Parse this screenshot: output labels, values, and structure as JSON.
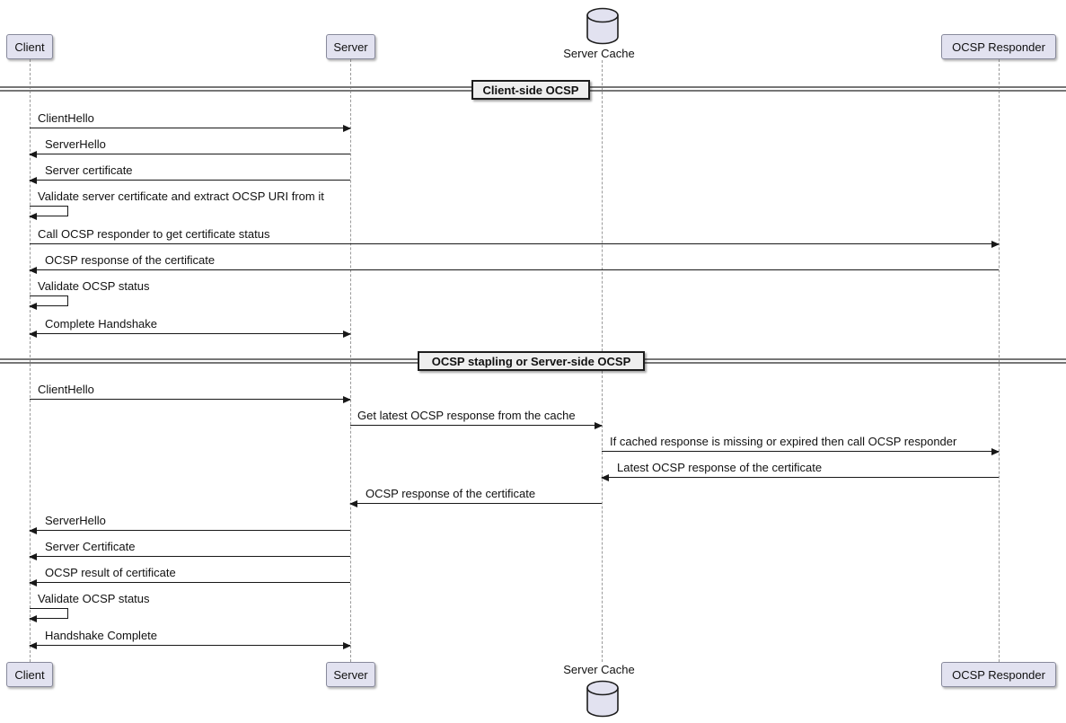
{
  "diagram_type": "uml-sequence-diagram",
  "participants": [
    {
      "id": "client",
      "label": "Client",
      "kind": "participant"
    },
    {
      "id": "server",
      "label": "Server",
      "kind": "participant"
    },
    {
      "id": "server_cache",
      "label": "Server Cache",
      "kind": "database"
    },
    {
      "id": "ocsp_responder",
      "label": "OCSP Responder",
      "kind": "participant"
    }
  ],
  "dividers": [
    {
      "label": "Client-side OCSP"
    },
    {
      "label": "OCSP stapling or Server-side OCSP"
    }
  ],
  "messages": [
    {
      "from": "Client",
      "to": "Server",
      "label": "ClientHello",
      "arrow": "right"
    },
    {
      "from": "Server",
      "to": "Client",
      "label": "ServerHello",
      "arrow": "left"
    },
    {
      "from": "Server",
      "to": "Client",
      "label": "Server certificate",
      "arrow": "left"
    },
    {
      "from": "Client",
      "to": "Client",
      "label": "Validate server certificate and extract OCSP URI from it",
      "arrow": "self"
    },
    {
      "from": "Client",
      "to": "OCSP Responder",
      "label": "Call OCSP responder to get certificate status",
      "arrow": "right"
    },
    {
      "from": "OCSP Responder",
      "to": "Client",
      "label": "OCSP response of the certificate",
      "arrow": "left"
    },
    {
      "from": "Client",
      "to": "Client",
      "label": "Validate OCSP status",
      "arrow": "self"
    },
    {
      "from": "Client",
      "to": "Server",
      "label": "Complete Handshake",
      "arrow": "both"
    },
    {
      "from": "Client",
      "to": "Server",
      "label": "ClientHello",
      "arrow": "right"
    },
    {
      "from": "Server",
      "to": "Server Cache",
      "label": "Get latest OCSP response from the cache",
      "arrow": "right"
    },
    {
      "from": "Server Cache",
      "to": "OCSP Responder",
      "label": "If cached response is missing or expired then call OCSP responder",
      "arrow": "right"
    },
    {
      "from": "OCSP Responder",
      "to": "Server Cache",
      "label": "Latest OCSP response of the certificate",
      "arrow": "left"
    },
    {
      "from": "Server Cache",
      "to": "Server",
      "label": "OCSP response of the certificate",
      "arrow": "left"
    },
    {
      "from": "Server",
      "to": "Client",
      "label": "ServerHello",
      "arrow": "left"
    },
    {
      "from": "Server",
      "to": "Client",
      "label": "Server Certificate",
      "arrow": "left"
    },
    {
      "from": "Server",
      "to": "Client",
      "label": "OCSP result of certificate",
      "arrow": "left"
    },
    {
      "from": "Client",
      "to": "Client",
      "label": "Validate OCSP status",
      "arrow": "self"
    },
    {
      "from": "Client",
      "to": "Server",
      "label": "Handshake Complete",
      "arrow": "both"
    }
  ],
  "colors": {
    "participant_fill": "#E2E2F0",
    "participant_border": "#888A9C",
    "arrow_line": "#181818",
    "lifeline": "#9A9A9A",
    "divider_box_fill": "#EEEEEE",
    "divider_box_border": "#1D1D1D",
    "divider_line": "#767676",
    "text": "#111111",
    "background": "#FFFFFF"
  }
}
